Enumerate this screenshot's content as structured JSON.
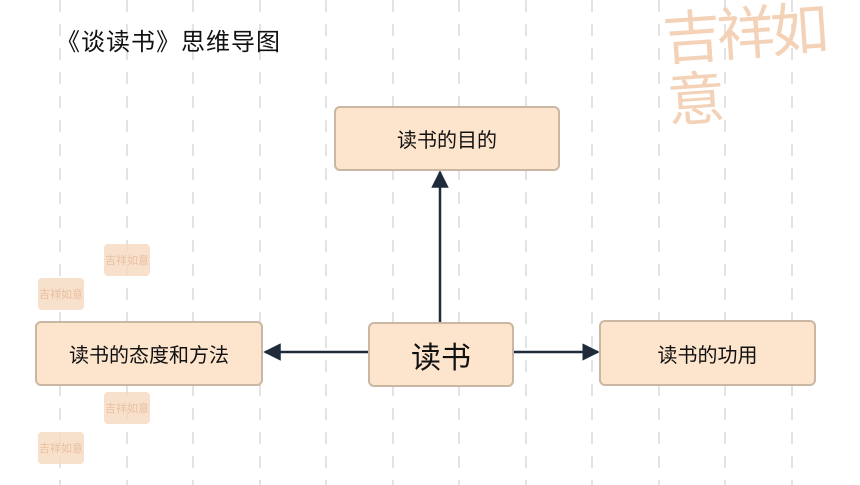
{
  "title": "《谈读书》思维导图",
  "watermark": "吉祥如意",
  "nodes": {
    "center": "读书",
    "top": "读书的目的",
    "left": "读书的态度和方法",
    "right": "读书的功用"
  },
  "colors": {
    "node_fill": "#fde4cc",
    "node_border": "#c9b7a4",
    "arrow": "#1f2b3a",
    "guide_lines": "#d9d9d9",
    "seal": "#f3d2b8"
  }
}
